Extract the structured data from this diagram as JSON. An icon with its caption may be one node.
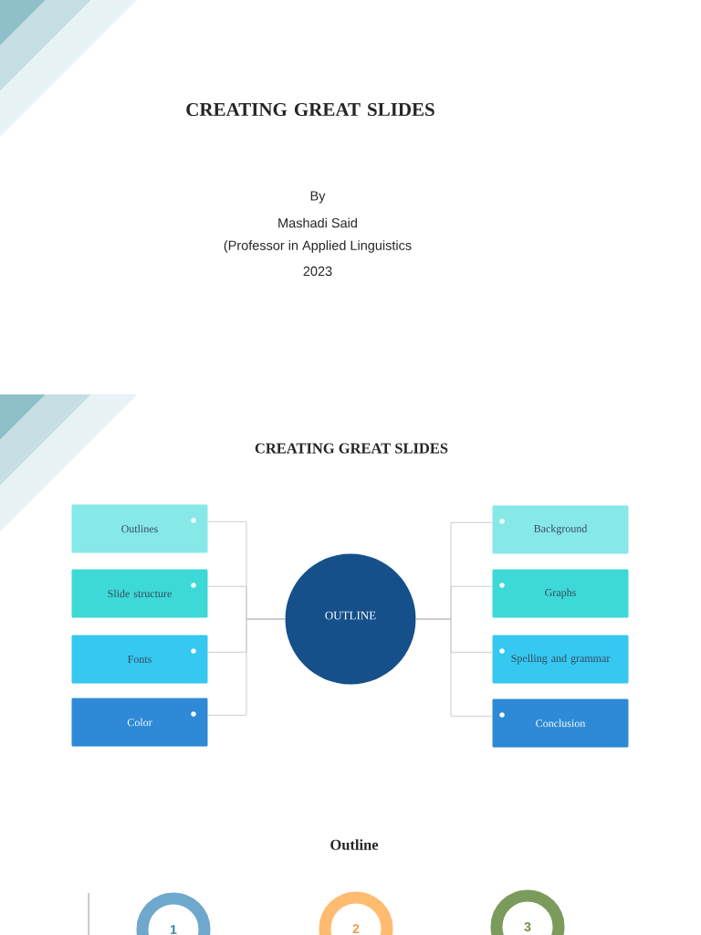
{
  "diagram": {
    "title": "CREATING GREAT SLIDES",
    "nodes": [
      {
        "text": [
          "OUTLINE"
        ]
      },
      {
        "text": [
          "Outlines"
        ]
      },
      {
        "text": [
          "Slide structure"
        ]
      },
      {
        "text": [
          "Fonts"
        ]
      },
      {
        "text": [
          "Color"
        ]
      },
      {
        "text": [
          "Background"
        ]
      },
      {
        "text": [
          "Graphs"
        ]
      },
      {
        "text": [
          "Spelling and grammar"
        ]
      },
      {
        "text": [
          "Conclusion"
        ]
      },
      {
        "text": [
          "1"
        ]
      },
      {
        "text": [
          "2"
        ]
      },
      {
        "text": [
          "3"
        ]
      }
    ],
    "edges": [
      {
        "from": 0,
        "to": 1,
        "arrow": "none"
      },
      {
        "from": 0,
        "to": 2,
        "arrow": "none"
      },
      {
        "from": 0,
        "to": 3,
        "arrow": "none"
      },
      {
        "from": 0,
        "to": 4,
        "arrow": "none"
      },
      {
        "from": 0,
        "to": 5,
        "arrow": "none"
      },
      {
        "from": 0,
        "to": 6,
        "arrow": "none"
      },
      {
        "from": 0,
        "to": 7,
        "arrow": "none"
      },
      {
        "from": 0,
        "to": 8,
        "arrow": "none"
      }
    ],
    "labels": [
      "By",
      "Mashadi Said",
      "(Professor in Applied Linguistics",
      "2023",
      "CREATING GREAT SLIDES",
      "Outline"
    ]
  }
}
